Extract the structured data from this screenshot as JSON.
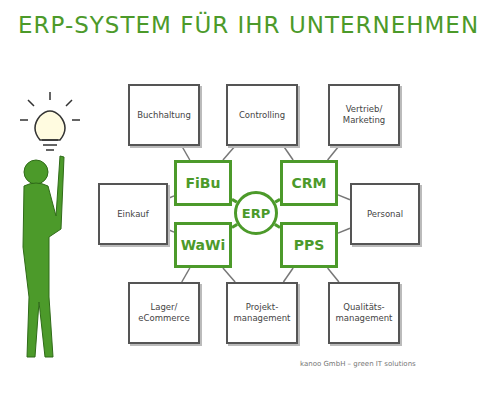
{
  "diagram": {
    "title": "ERP-SYSTEM FÜR IHR UNTERNEHMEN",
    "nodes": [
      {
        "text": [
          "Buchhaltung"
        ]
      },
      {
        "text": [
          "Controlling"
        ]
      },
      {
        "text": [
          "Vertrieb/ Marketing"
        ]
      },
      {
        "text": [
          "FiBu"
        ]
      },
      {
        "text": [
          "CRM"
        ]
      },
      {
        "text": [
          "Einkauf"
        ]
      },
      {
        "text": [
          "ERP"
        ]
      },
      {
        "text": [
          "Personal"
        ]
      },
      {
        "text": [
          "WaWi"
        ]
      },
      {
        "text": [
          "PPS"
        ]
      },
      {
        "text": [
          "Lager/ eCommerce"
        ]
      },
      {
        "text": [
          "Projekt- management"
        ]
      },
      {
        "text": [
          "Qualitäts- management"
        ]
      }
    ],
    "edges": [
      {
        "from": 0,
        "to": 3,
        "arrow": "none"
      },
      {
        "from": 1,
        "to": 3,
        "arrow": "none"
      },
      {
        "from": 1,
        "to": 4,
        "arrow": "none"
      },
      {
        "from": 2,
        "to": 4,
        "arrow": "none"
      },
      {
        "from": 5,
        "to": 3,
        "arrow": "none"
      },
      {
        "from": 5,
        "to": 8,
        "arrow": "none"
      },
      {
        "from": 7,
        "to": 4,
        "arrow": "none"
      },
      {
        "from": 7,
        "to": 9,
        "arrow": "none"
      },
      {
        "from": 10,
        "to": 8,
        "arrow": "none"
      },
      {
        "from": 11,
        "to": 8,
        "arrow": "none"
      },
      {
        "from": 11,
        "to": 9,
        "arrow": "none"
      },
      {
        "from": 12,
        "to": 9,
        "arrow": "none"
      },
      {
        "from": 6,
        "to": 3,
        "arrow": "none"
      },
      {
        "from": 6,
        "to": 4,
        "arrow": "none"
      },
      {
        "from": 6,
        "to": 8,
        "arrow": "none"
      },
      {
        "from": 6,
        "to": 9,
        "arrow": "none"
      }
    ],
    "labels": [
      "kanoo GmbH – green IT solutions"
    ]
  }
}
